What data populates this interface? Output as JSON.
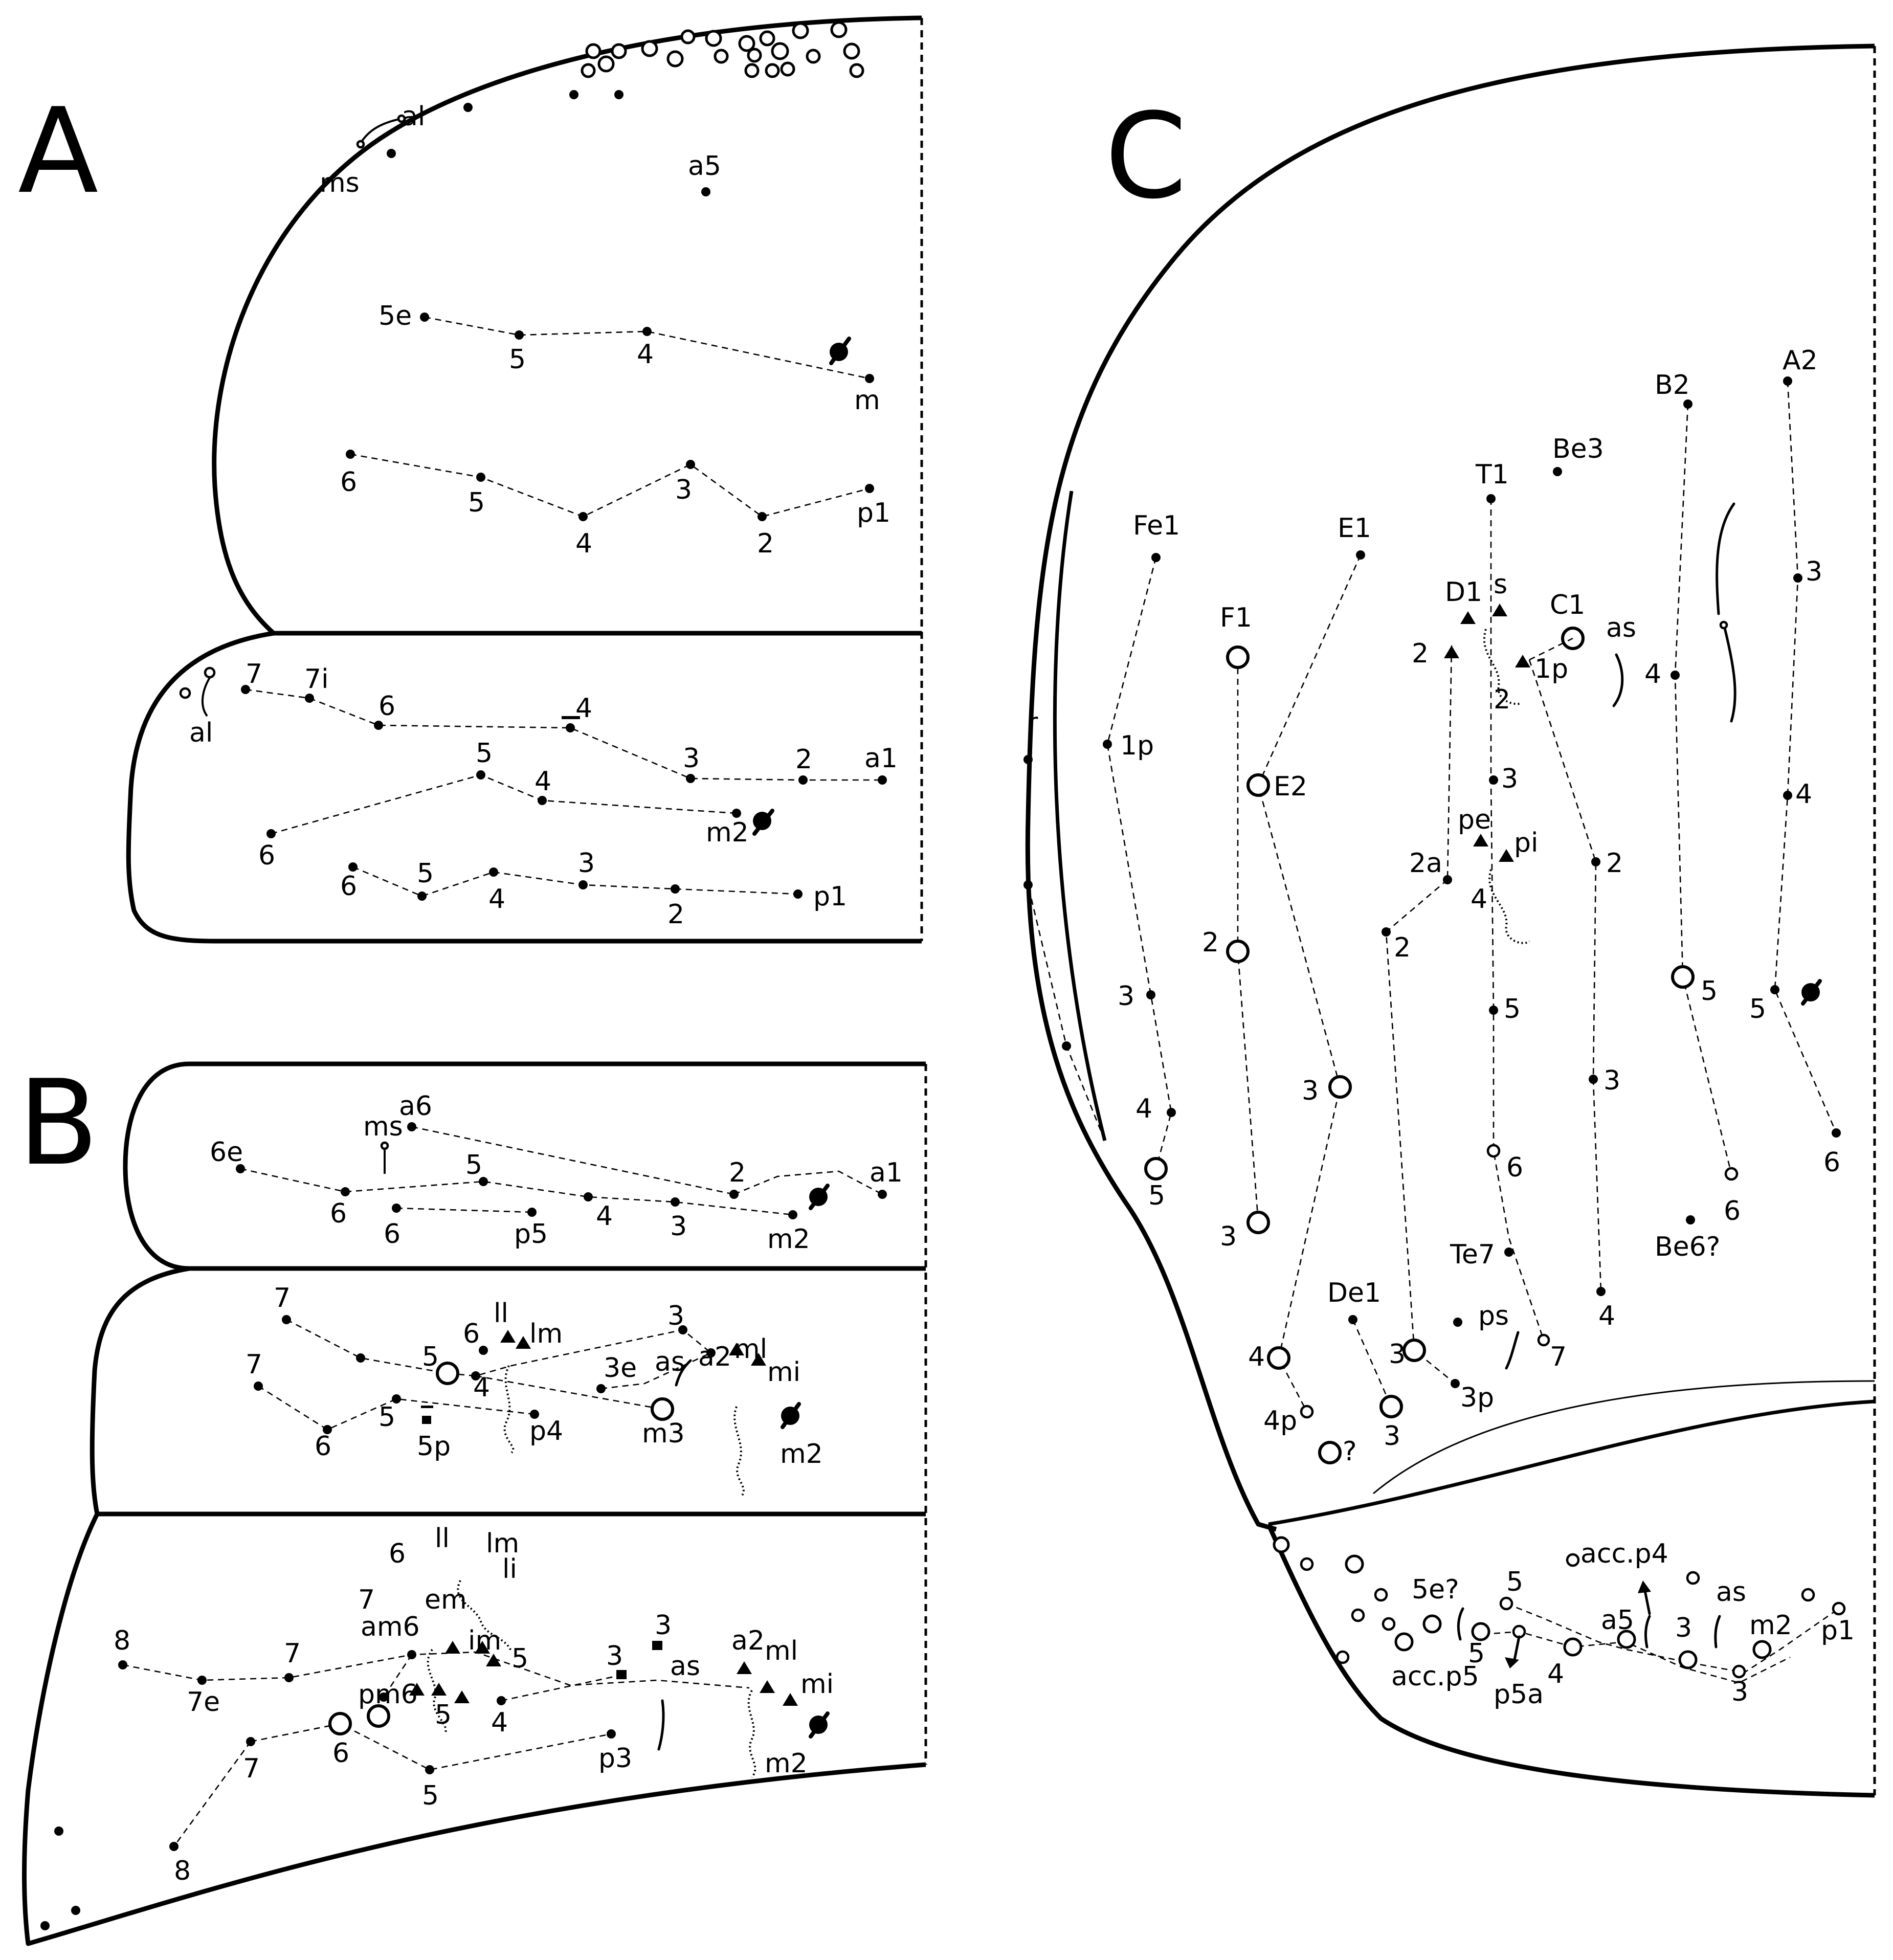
{
  "panels": {
    "A": {
      "letter": "A",
      "labels": [
        "al",
        "ms",
        "a5",
        "5e",
        "5",
        "4",
        "m",
        "6",
        "5",
        "4",
        "3",
        "2",
        "p1",
        "7",
        "7i",
        "6",
        "4",
        "3",
        "2",
        "a1",
        "5",
        "4",
        "m2",
        "6",
        "6",
        "5",
        "4",
        "3",
        "2",
        "p1",
        "al"
      ]
    },
    "B": {
      "letter": "B",
      "labels": [
        "ms",
        "a6",
        "6e",
        "5",
        "2",
        "a1",
        "6",
        "4",
        "3",
        "m2",
        "6",
        "p5",
        "7",
        "ll",
        "6",
        "lm",
        "3",
        "5",
        "ml",
        "a2",
        "as",
        "mi",
        "4",
        "3e",
        "7",
        "5",
        "m3",
        "m2",
        "6",
        "5p",
        "p4",
        "ll",
        "lm",
        "6",
        "li",
        "7",
        "em",
        "am6",
        "im",
        "5",
        "8",
        "7",
        "3",
        "a2",
        "ml",
        "as",
        "3",
        "mi",
        "7e",
        "pm6",
        "5",
        "4",
        "7",
        "6",
        "p3",
        "m2",
        "5",
        "8"
      ]
    },
    "C": {
      "letter": "C",
      "labels": [
        "A2",
        "B2",
        "Be3",
        "T1",
        "Fe1",
        "E1",
        "D1",
        "s",
        "C1",
        "as",
        "F1",
        "2",
        "1p",
        "2",
        "4",
        "3",
        "1p",
        "r",
        "E2",
        "3",
        "4",
        "pe",
        "pi",
        "2a",
        "2",
        "4",
        "2",
        "2",
        "5",
        "5",
        "5",
        "3",
        "3",
        "3",
        "4",
        "6",
        "5",
        "6",
        "6",
        "Te7",
        "Be6?",
        "3",
        "De1",
        "ps",
        "7",
        "4",
        "4",
        "3",
        "3p",
        "4p",
        "3",
        "?",
        "acc.p4",
        "5e?",
        "5",
        "as",
        "a5",
        "m2",
        "p1",
        "3",
        "acc.p5",
        "5",
        "4",
        "p5a",
        "3"
      ]
    }
  }
}
